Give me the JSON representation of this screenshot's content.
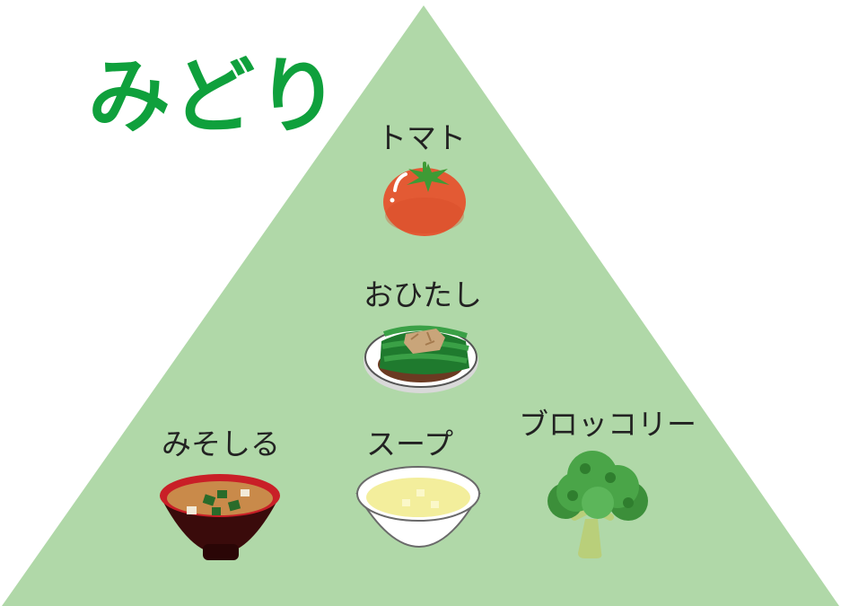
{
  "title": "みどり",
  "colors": {
    "pyramid": "#b0d8a8",
    "title": "#0fa03c",
    "tomato": "#e35a34",
    "spinach": "#2f8c3a",
    "broccoli": "#4aa548",
    "miso_bowl": "#3a0b0b",
    "soup": "#f3ee9c"
  },
  "items": [
    {
      "name": "トマト",
      "icon": "tomato-icon"
    },
    {
      "name": "おひたし",
      "icon": "ohitashi-icon"
    },
    {
      "name": "みそしる",
      "icon": "miso-soup-icon"
    },
    {
      "name": "スープ",
      "icon": "soup-icon"
    },
    {
      "name": "ブロッコリー",
      "icon": "broccoli-icon"
    }
  ]
}
